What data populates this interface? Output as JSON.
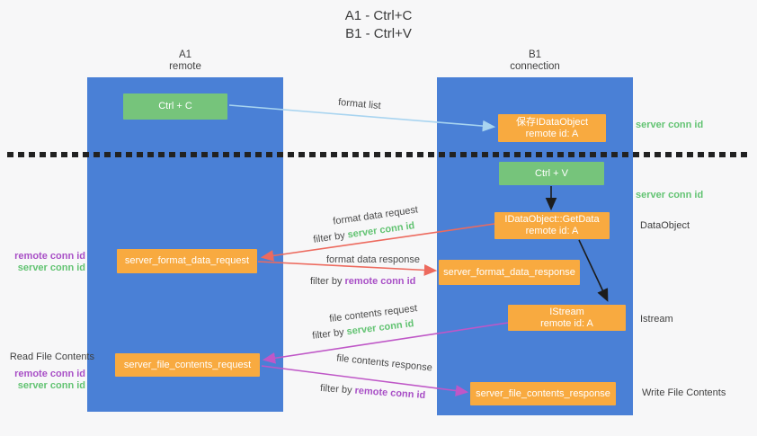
{
  "title": {
    "line1": "A1 - Ctrl+C",
    "line2": "B1 - Ctrl+V"
  },
  "columns": {
    "left": {
      "id": "A1",
      "name": "remote"
    },
    "right": {
      "id": "B1",
      "name": "connection"
    }
  },
  "nodes": {
    "ctrl_c": {
      "label": "Ctrl + C"
    },
    "save_idataobject": {
      "line1": "保存IDataObject",
      "line2": "remote id: A"
    },
    "ctrl_v": {
      "label": "Ctrl + V"
    },
    "idataobject_getdata": {
      "line1": "IDataObject::GetData",
      "line2": "remote id: A"
    },
    "server_format_data_request": {
      "label": "server_format_data_request"
    },
    "server_format_data_response": {
      "label": "server_format_data_response"
    },
    "istream": {
      "line1": "IStream",
      "line2": "remote id: A"
    },
    "server_file_contents_request": {
      "label": "server_file_contents_request"
    },
    "server_file_contents_response": {
      "label": "server_file_contents_response"
    }
  },
  "flow_labels": {
    "format_list": "format list",
    "format_data_request": "format data request",
    "format_data_response": "format data response",
    "file_contents_request": "file contents request",
    "file_contents_response": "file contents response",
    "filter_by": "filter by ",
    "server_conn_id": "server conn id",
    "remote_conn_id": "remote conn id"
  },
  "side_labels": {
    "server_conn_id_top": "server conn id",
    "server_conn_id_mid": "server conn id",
    "data_object": "DataObject",
    "istream": "Istream",
    "write_file_contents": "Write File Contents",
    "read_file_contents": "Read File Contents",
    "remote_conn_id": "remote conn id",
    "server_conn_id": "server conn id"
  },
  "colors": {
    "column_blue": "#4a80d6",
    "node_green": "#76c47b",
    "node_orange": "#f8aa40",
    "accent_green": "#62c372",
    "accent_purple": "#a84fc6",
    "arrow_red": "#ed6a5e",
    "arrow_purple": "#bf57c7",
    "arrow_blue": "#a8d4f0"
  }
}
